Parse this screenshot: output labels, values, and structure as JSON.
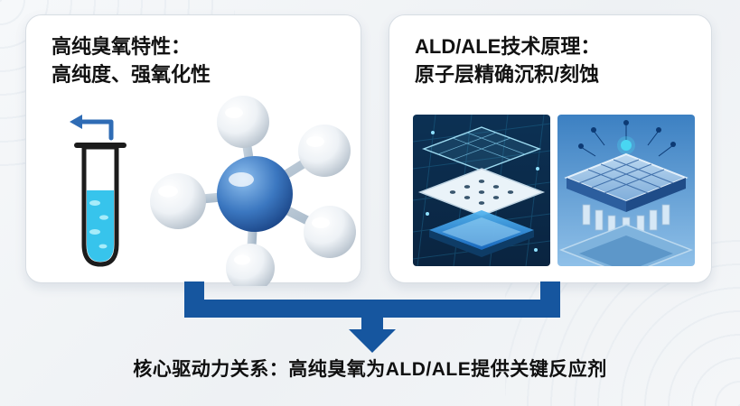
{
  "left_card": {
    "title_line1": "高纯臭氧特性：",
    "title_line2": "高纯度、强氧化性"
  },
  "right_card": {
    "title_line1": "ALD/ALE技术原理：",
    "title_line2": "原子层精确沉积/刻蚀"
  },
  "caption": "核心驱动力关系：高纯臭氧为ALD/ALE提供关键反应剂",
  "colors": {
    "connector": "#16569f",
    "card_border": "#d7dde3",
    "background": "#f3f5f7",
    "tube_liquid": "#37c4ec",
    "molecule_center": "#2f6cb5",
    "deposition_bg_dark": "#0b2d4d",
    "etching_bg_light": "#5f9fd6"
  },
  "icons": {
    "test_tube": "test-tube-icon",
    "ozone_molecule": "ozone-molecule-icon",
    "deposition_image": "ald-deposition-image",
    "etching_image": "ale-etching-image",
    "down_arrow": "down-arrow-connector-icon"
  }
}
